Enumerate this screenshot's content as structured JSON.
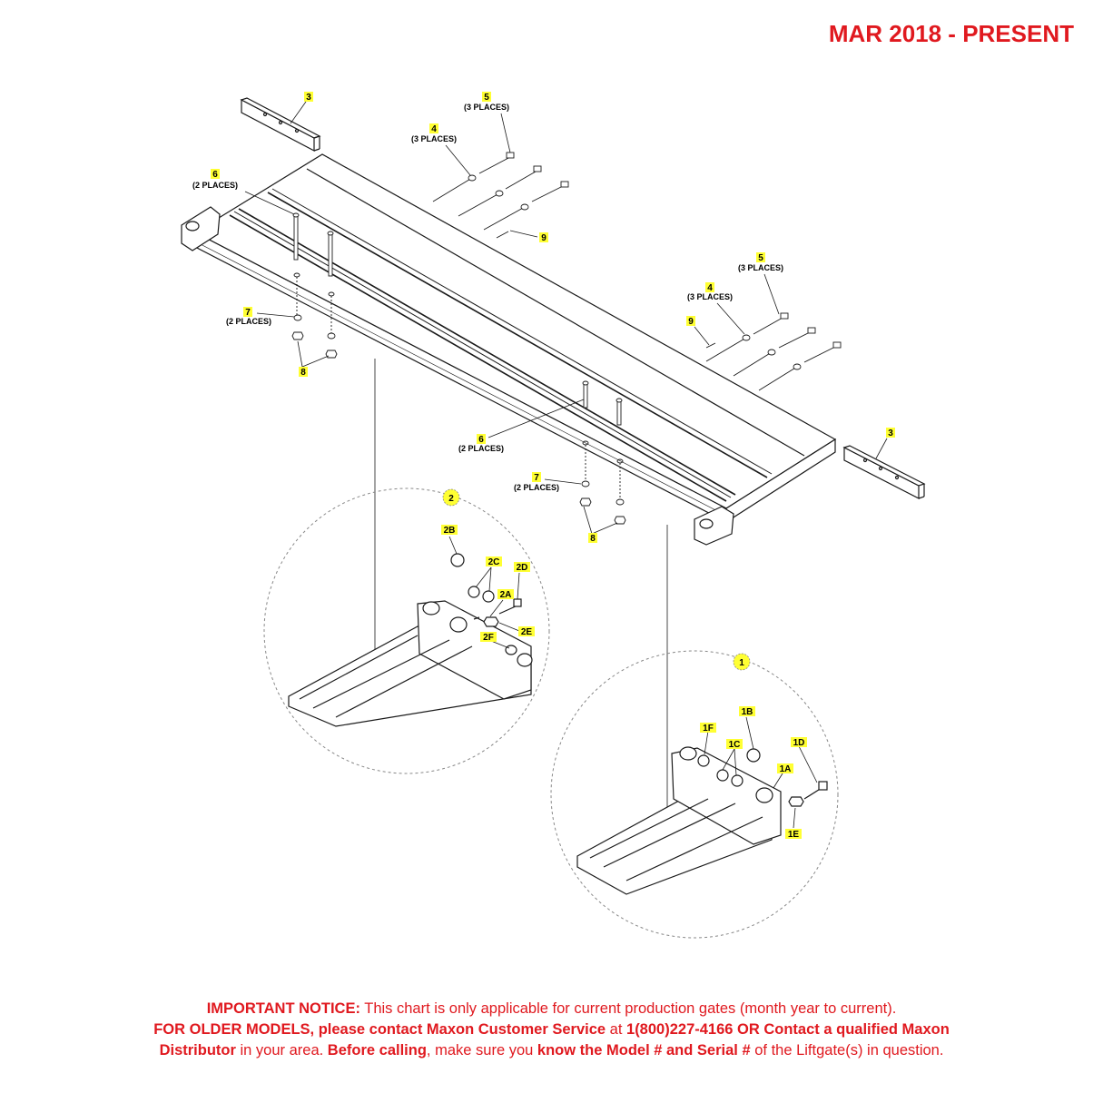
{
  "header": {
    "date_range": "MAR 2018 - PRESENT"
  },
  "callouts": {
    "c3_top": "3",
    "c5_left": "5",
    "c5_left_sub": "(3 PLACES)",
    "c4_left": "4",
    "c4_left_sub": "(3 PLACES)",
    "c6_left": "6",
    "c6_left_sub": "(2 PLACES)",
    "c9_top": "9",
    "c7_left": "7",
    "c7_left_sub": "(2 PLACES)",
    "c8_left": "8",
    "c5_right": "5",
    "c5_right_sub": "(3 PLACES)",
    "c4_right": "4",
    "c4_right_sub": "(3 PLACES)",
    "c9_right": "9",
    "c6_mid": "6",
    "c6_mid_sub": "(2 PLACES)",
    "c3_right": "3",
    "c7_mid": "7",
    "c7_mid_sub": "(2 PLACES)",
    "c8_mid": "8",
    "c2": "2",
    "c2B": "2B",
    "c2C": "2C",
    "c2D": "2D",
    "c2A": "2A",
    "c2E": "2E",
    "c2F": "2F",
    "c1": "1",
    "c1B": "1B",
    "c1F": "1F",
    "c1D": "1D",
    "c1C": "1C",
    "c1A": "1A",
    "c1E": "1E"
  },
  "notice": {
    "l1_bold": "IMPORTANT NOTICE:",
    "l1_text": " This chart is only applicable for current production gates (month year to current).",
    "l2_bold": "FOR OLDER MODELS, please contact Maxon Customer Service",
    "l2_at": " at ",
    "l2_bold2": "1(800)227-4166 OR Contact a qualified Maxon",
    "l3_bold": "Distributor",
    "l3_text": " in your area. ",
    "l3_bold2": "Before calling",
    "l3_text2": ", make sure you ",
    "l3_bold3": "know the Model # and Serial #",
    "l3_text3": " of the Liftgate(s) in question."
  },
  "colors": {
    "red": "#e0191f",
    "highlight": "#ffff33",
    "line": "#1a1a1a"
  }
}
